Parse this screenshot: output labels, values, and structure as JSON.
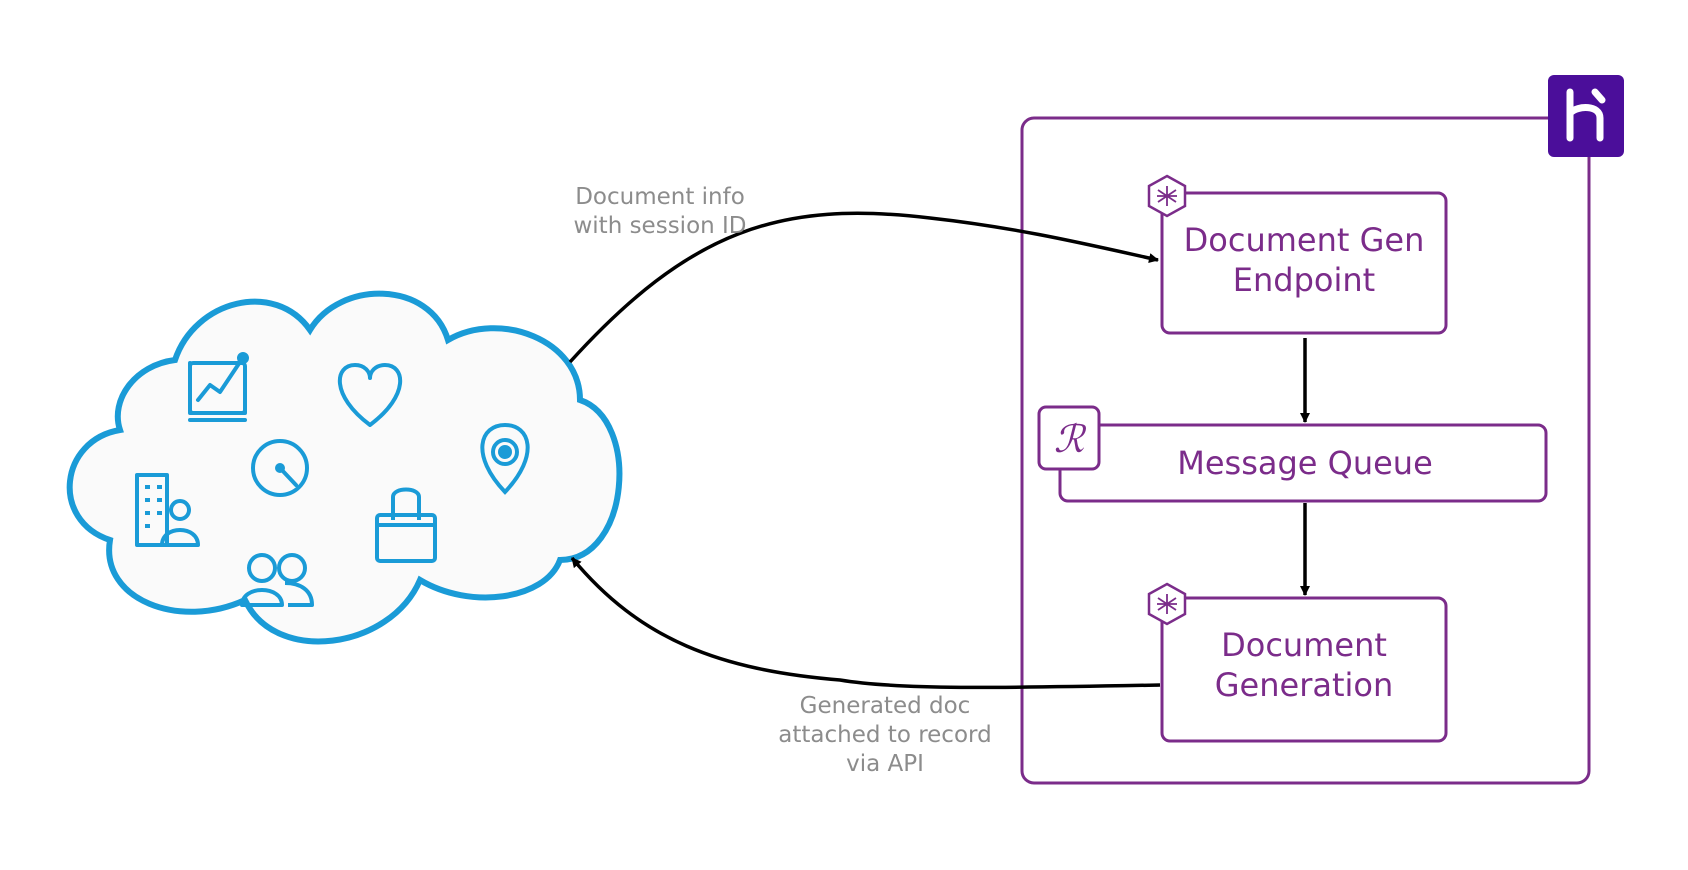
{
  "colors": {
    "heroku_purple": "#7b2c8a",
    "heroku_logo_bg": "#4b0e9a",
    "cloud_blue": "#1a9bd7",
    "arrow": "#000000",
    "label_gray": "#8c8c8c"
  },
  "labels": {
    "top_arrow": [
      "Document info",
      "with session ID"
    ],
    "bottom_arrow": [
      "Generated doc",
      "attached to record",
      "via API"
    ]
  },
  "boxes": {
    "endpoint": [
      "Document Gen",
      "Endpoint"
    ],
    "queue": "Message Queue",
    "generation": [
      "Document",
      "Generation"
    ]
  },
  "icons": {
    "cloud": [
      "chart-icon",
      "heart-icon",
      "clock-icon",
      "location-pin-icon",
      "building-person-icon",
      "shopping-bag-icon",
      "people-icon"
    ],
    "heroku": [
      "heroku-logo-icon",
      "dyno-hexagon-icon",
      "redis-icon"
    ]
  }
}
